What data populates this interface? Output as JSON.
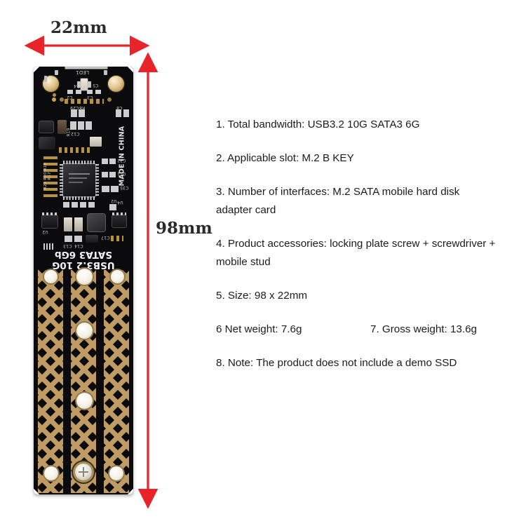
{
  "dimensions": {
    "width_label": "22mm",
    "height_label": "98mm",
    "arrow_color": "#e8232a"
  },
  "board": {
    "silkscreen": {
      "brand_line1": "USB3.2 10G",
      "brand_line2": "SATA3 6Gb",
      "origin": "MADE IN CHINA",
      "led_ref": "LED1",
      "refs": [
        "R4",
        "C5",
        "C2",
        "C3",
        "C28",
        "C29",
        "R8",
        "C8",
        "C1",
        "C31",
        "C32",
        "C11",
        "C35",
        "U2",
        "R19",
        "R5",
        "C12",
        "U3",
        "C37",
        "U4",
        "R7",
        "R3",
        "C17",
        "C21",
        "C13",
        "C14"
      ]
    },
    "connector": "usb-c-connector",
    "body_color": "#0b0b0d",
    "copper_color": "#c09a63"
  },
  "specs": {
    "items": [
      {
        "id": "item-1",
        "text": "1. Total bandwidth: USB3.2 10G SATA3 6G"
      },
      {
        "id": "item-2",
        "text": "2. Applicable slot: M.2 B KEY"
      },
      {
        "id": "item-3",
        "text": "3. Number of interfaces: M.2 SATA mobile hard disk\nadapter card"
      },
      {
        "id": "item-4",
        "text": "4. Product accessories: locking plate screw + screwdriver +\nmobile stud"
      },
      {
        "id": "item-5",
        "text": "5. Size: 98 x 22mm"
      },
      {
        "id": "item-8",
        "text": "8. Note: The product does not include a demo SSD"
      }
    ],
    "weight_row": {
      "net": "6 Net weight: 7.6g",
      "gross": "7. Gross weight: 13.6g"
    }
  }
}
